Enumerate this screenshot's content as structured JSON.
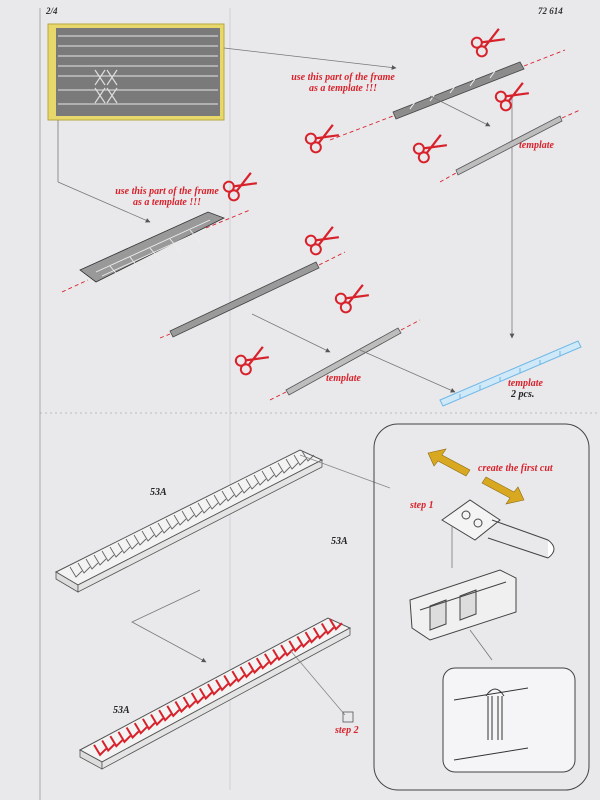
{
  "header": {
    "page": "2/4",
    "code": "72 614"
  },
  "labels": {
    "template_note_1": "use this part of the frame",
    "template_note_1b": "as a template !!!",
    "template_note_2": "use this part of the frame",
    "template_note_2b": "as a template !!!",
    "template_right": "template",
    "template_center": "template",
    "template_blue": "template",
    "pcs": "2 pcs.",
    "part_top": "53A",
    "part_mid": "53A",
    "part_bottom": "53A",
    "create_first_cut": "create the first cut",
    "step_1": "step 1",
    "step_2": "step 2"
  },
  "colors": {
    "accent_red": "#d8222b",
    "blue_part": "#6fb7e6",
    "fret_yellow": "#e8d76a",
    "frame_gray": "#8c8c8c",
    "arrow_gold": "#d9a821"
  },
  "icons": [
    "scissors-icon",
    "arrow-icon"
  ]
}
